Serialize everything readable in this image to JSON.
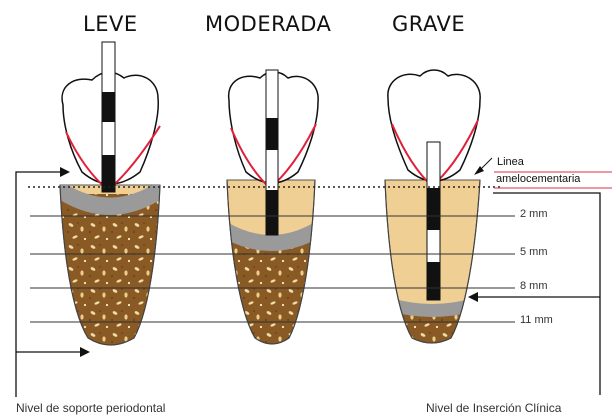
{
  "severity_labels": [
    "LEVE",
    "MODERADA",
    "GRAVE"
  ],
  "annotation": {
    "line1": "Linea",
    "line2": "amelocementaria"
  },
  "measurements": [
    "2 mm",
    "5 mm",
    "8 mm",
    "11 mm"
  ],
  "captions": {
    "left": "Nivel de soporte periodontal",
    "right": "Nivel de Inserción Clínica"
  },
  "colors": {
    "crown_fill": "#ffffff",
    "root_fill": "#f0cf94",
    "bone_fill": "#8a5a24",
    "gingiva_line": "#e0203a",
    "probe_dark": "#111111",
    "annotation_underline": "#e05a6a"
  }
}
